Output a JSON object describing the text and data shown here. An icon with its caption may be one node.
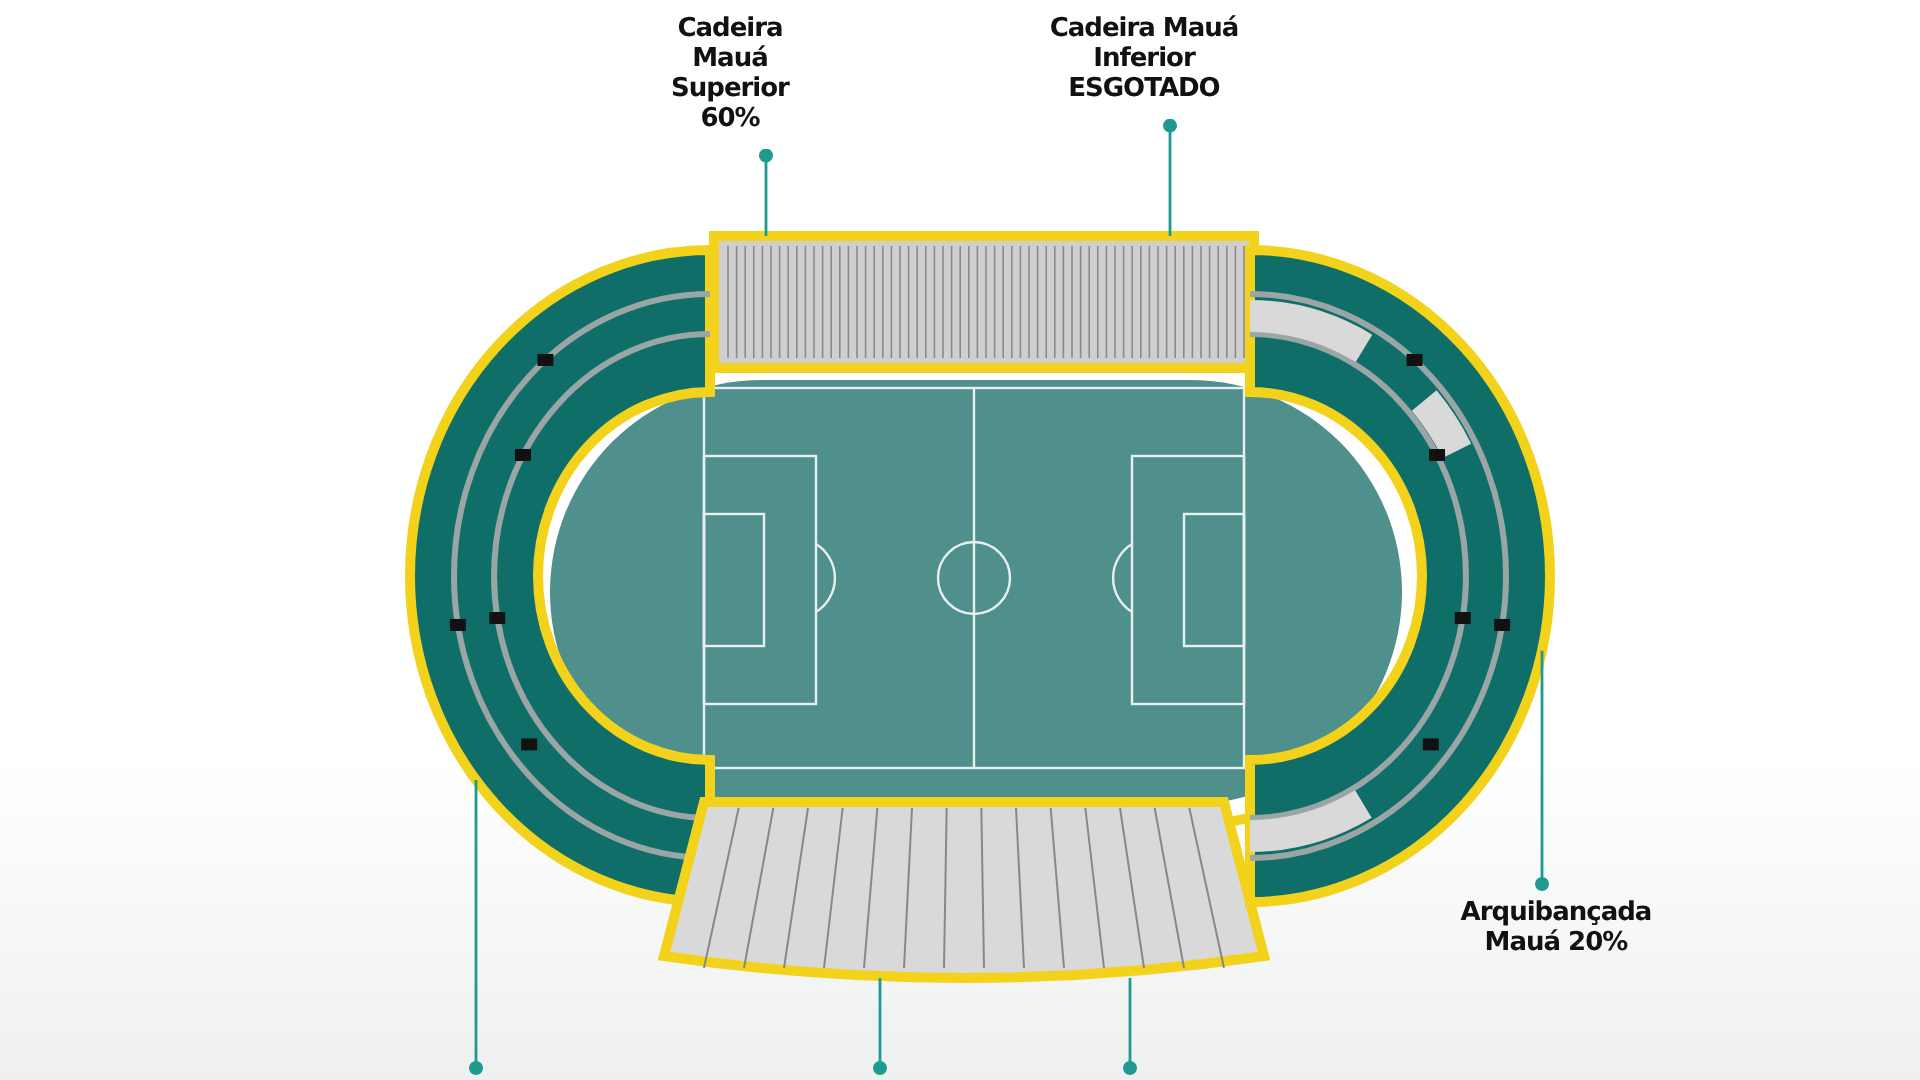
{
  "diagram": {
    "nodes": [
      {
        "text": [
          "Cadeira Mauá Superior 60%"
        ]
      },
      {
        "text": [
          "Cadeira Mauá Inferior ESGOTADO"
        ]
      },
      {
        "text": [
          "Arquibançada Mauá 20%"
        ]
      },
      {
        "text": [],
        "shape": "box"
      },
      {
        "text": [],
        "shape": "arc"
      },
      {
        "text": [],
        "shape": "box"
      },
      {
        "text": [],
        "shape": "arc"
      }
    ],
    "edges": [
      {
        "from": 0,
        "to": 3,
        "arrow": "other"
      },
      {
        "from": 1,
        "to": 3,
        "arrow": "other"
      },
      {
        "from": 2,
        "to": 6,
        "arrow": "other"
      },
      {
        "from": null,
        "to": 4,
        "arrow": "other"
      },
      {
        "from": null,
        "to": 5,
        "arrow": "other"
      },
      {
        "from": null,
        "to": 5,
        "arrow": "other"
      }
    ]
  }
}
